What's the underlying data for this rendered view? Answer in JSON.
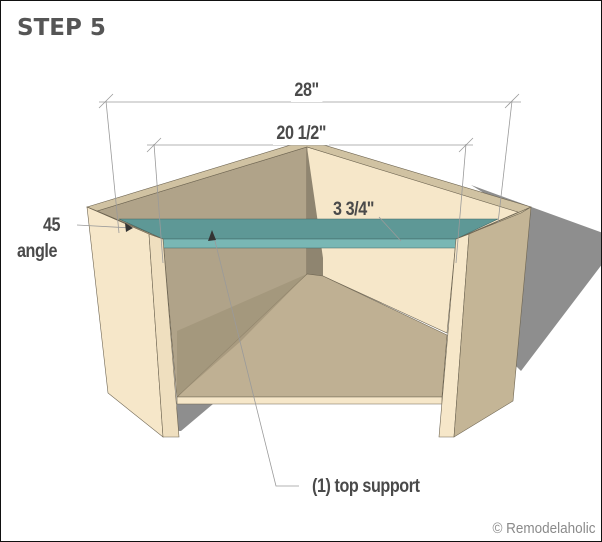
{
  "title": "STEP 5",
  "dimensions": {
    "overall_width": "28\"",
    "inner_width": "20 1/2\"",
    "support_depth": "3 3/4\""
  },
  "annotations": {
    "angle_value": "45",
    "angle_word": "angle",
    "part_label": "(1) top support"
  },
  "credit": "© Remodelaholic",
  "colors": {
    "wood_light": "#f6e7c9",
    "wood_mid": "#c4b596",
    "wood_dark": "#a89a80",
    "support_top": "#5e9896",
    "support_front": "#79b7b4",
    "shadow": "#8c8c8c"
  }
}
